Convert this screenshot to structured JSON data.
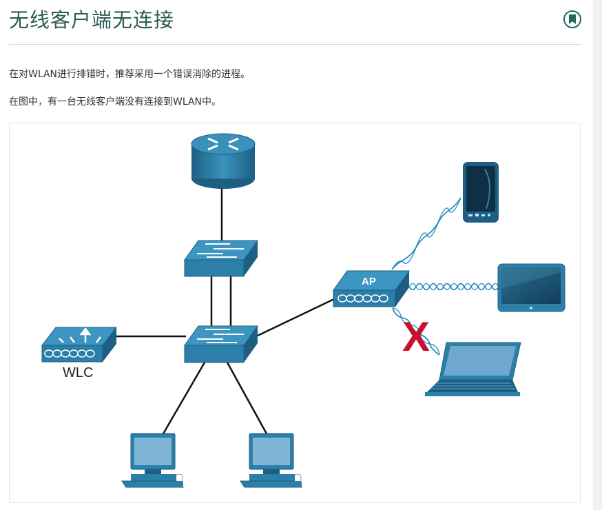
{
  "header": {
    "title": "无线客户端无连接",
    "bookmark_icon": "bookmark-icon"
  },
  "content": {
    "paragraphs": [
      "在对WLAN进行排错时，推荐采用一个错误消除的进程。",
      "在图中，有一台无线客户端没有连接到WLAN中。"
    ]
  },
  "diagram": {
    "ap_label": "AP",
    "wlc_label": "WLC",
    "fail_mark": "X",
    "colors": {
      "device": "#2c7fa8",
      "device_dark": "#1d5f82",
      "wave": "#3aa3d6",
      "fail": "#c8102e"
    }
  }
}
